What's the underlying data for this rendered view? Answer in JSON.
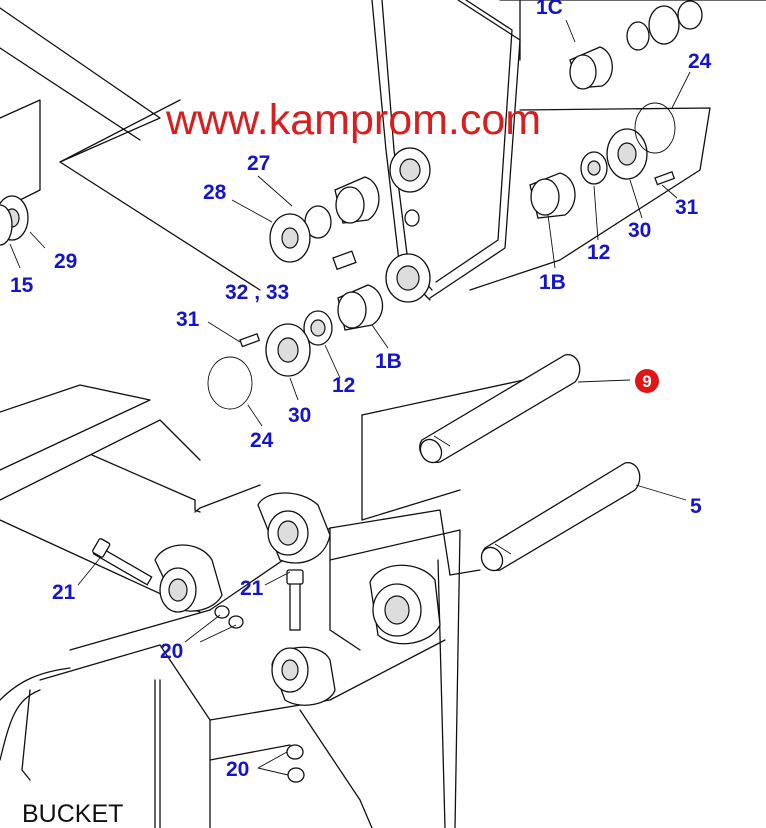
{
  "watermark": "www.kamprom.com",
  "caption": "BUCKET",
  "highlight_color": "#e01515",
  "label_color": "#1414c8",
  "labels": {
    "l_1c": "1C",
    "l_24_top": "24",
    "l_27": "27",
    "l_28": "28",
    "l_29": "29",
    "l_15": "15",
    "l_31_right": "31",
    "l_30_right": "30",
    "l_12_right": "12",
    "l_1b_right": "1B",
    "l_32_33": "32 , 33",
    "l_31_left": "31",
    "l_1b_left": "1B",
    "l_12_left": "12",
    "l_30_left": "30",
    "l_24_left": "24",
    "l_9": "9",
    "l_5": "5",
    "l_21_a": "21",
    "l_21_b": "21",
    "l_20_a": "20",
    "l_20_b": "20"
  }
}
